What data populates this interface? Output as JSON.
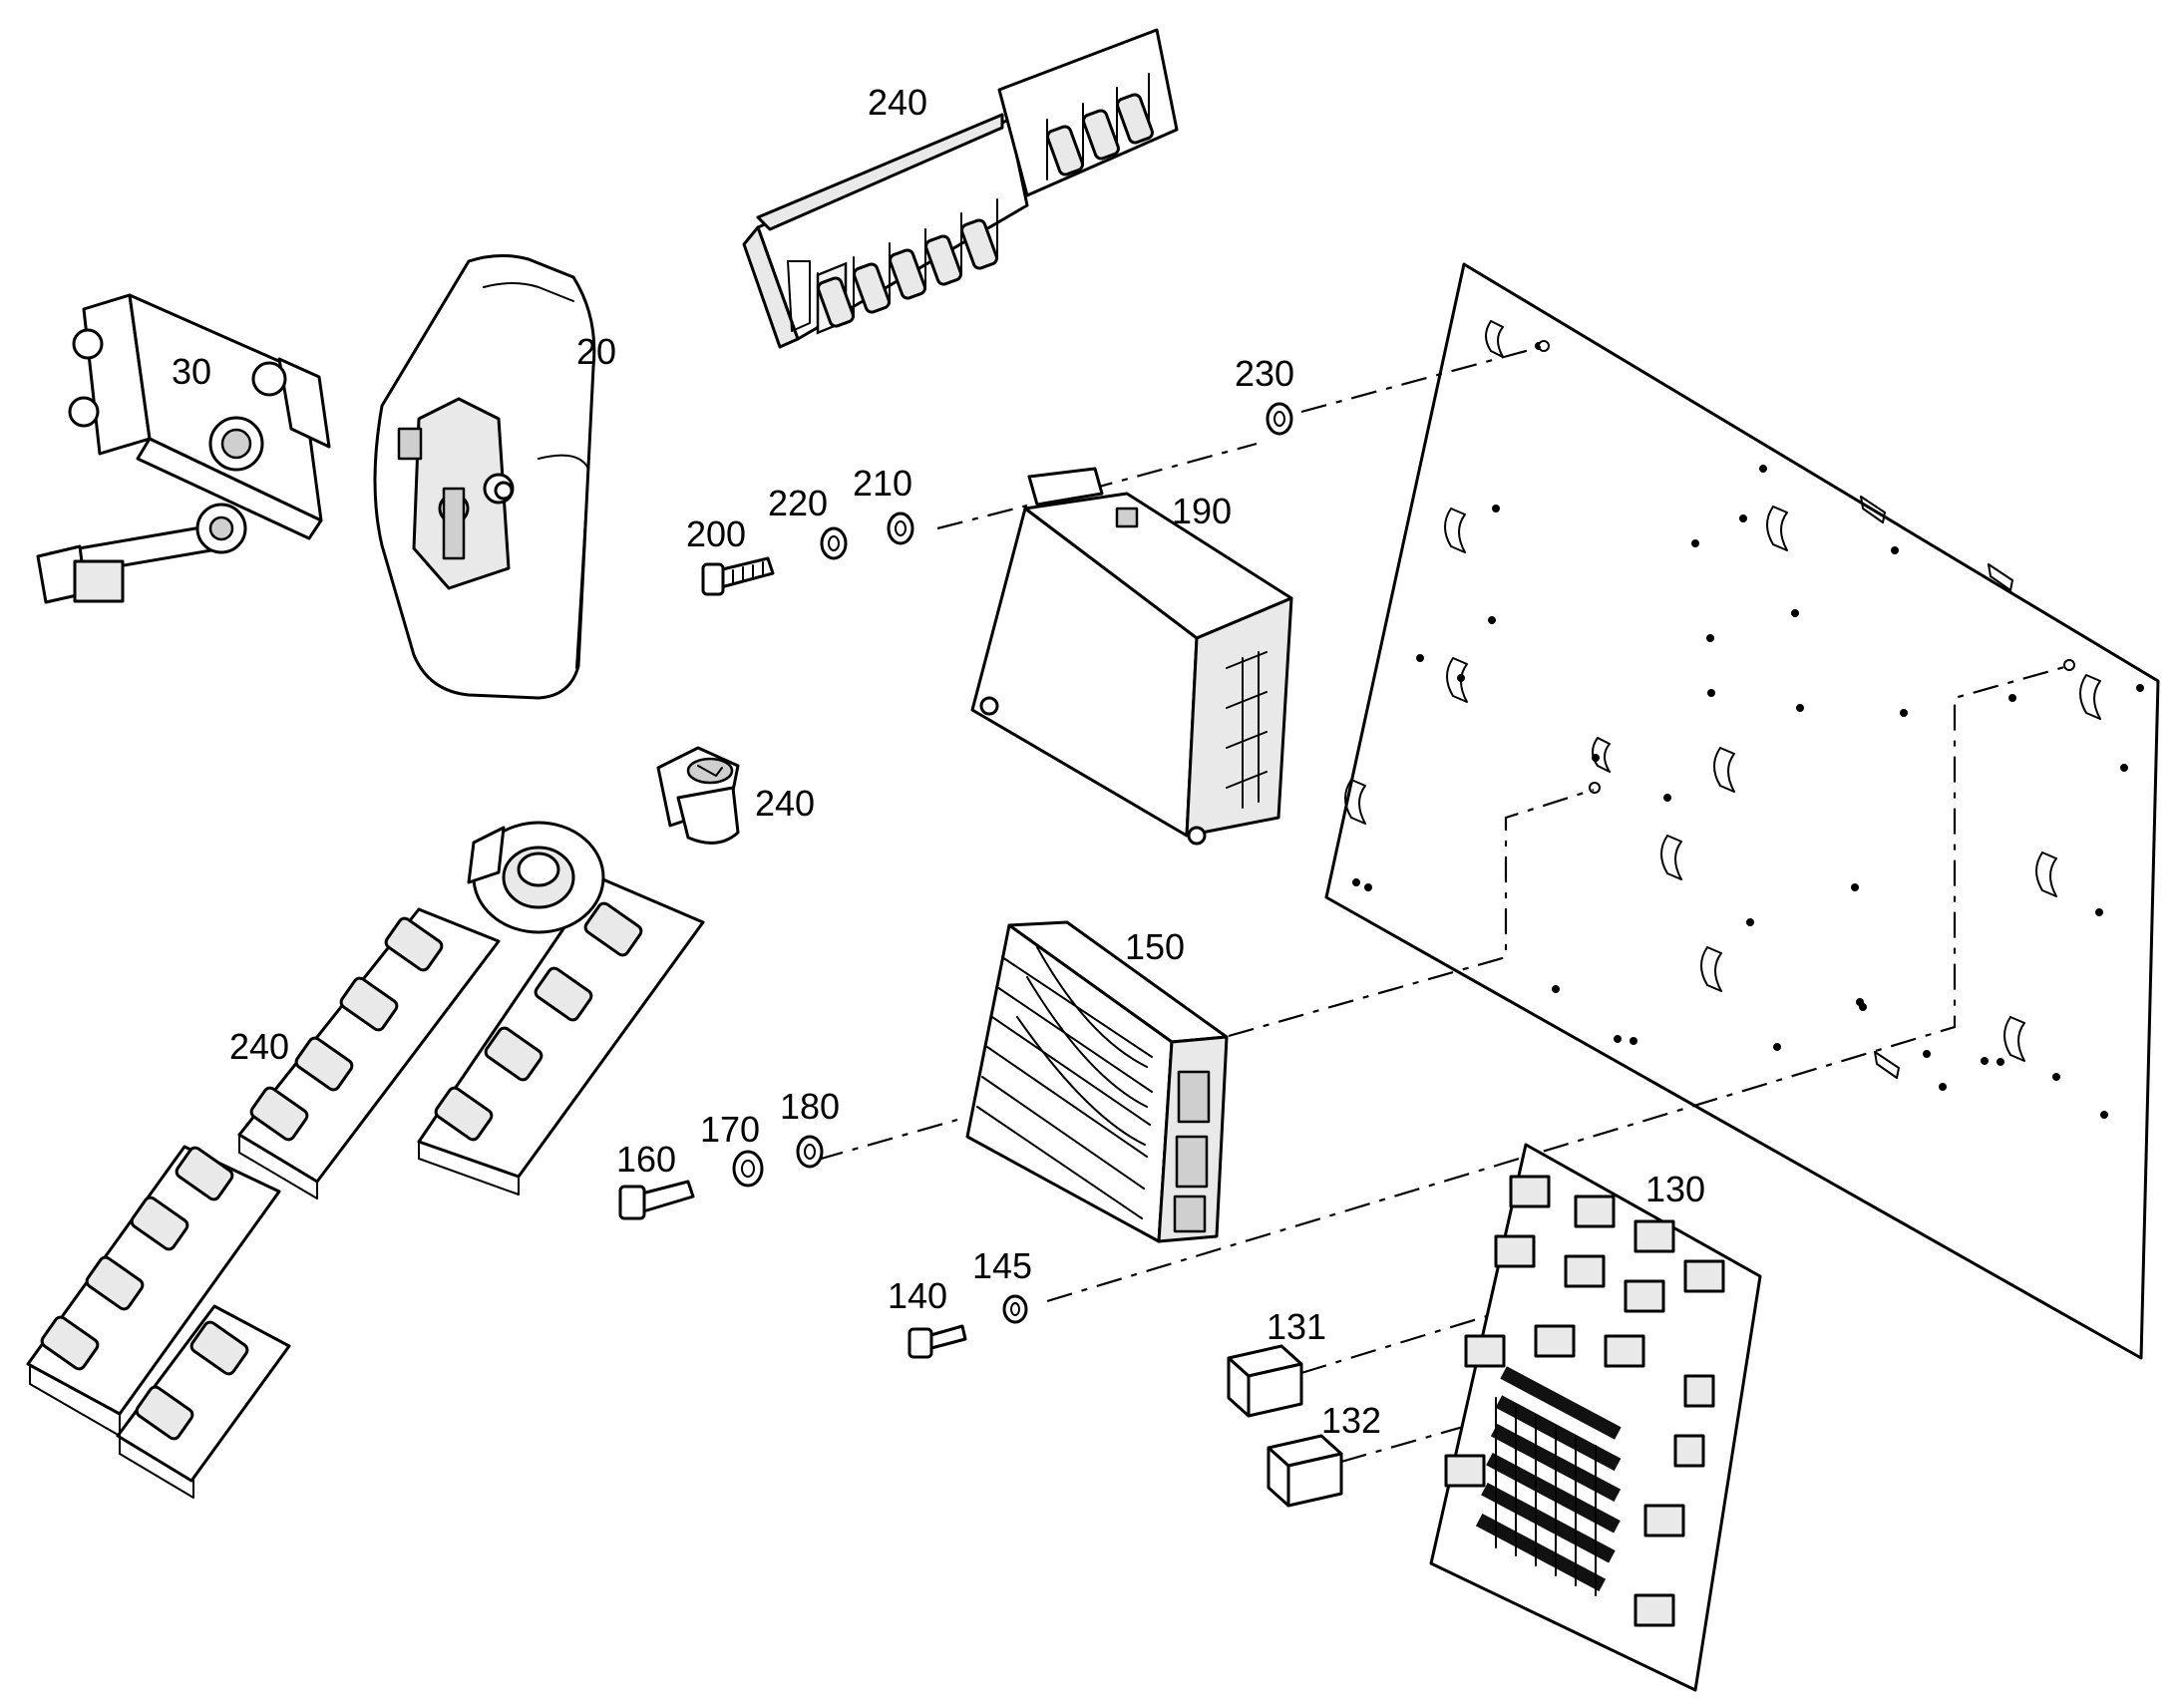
{
  "callouts": {
    "c240_top": "240",
    "c30": "30",
    "c20": "20",
    "c230": "230",
    "c200": "200",
    "c220": "220",
    "c210": "210",
    "c190": "190",
    "c240_mid": "240",
    "c150": "150",
    "c240_left": "240",
    "c160": "160",
    "c170": "170",
    "c180": "180",
    "c130": "130",
    "c145": "145",
    "c140": "140",
    "c131": "131",
    "c132": "132"
  }
}
